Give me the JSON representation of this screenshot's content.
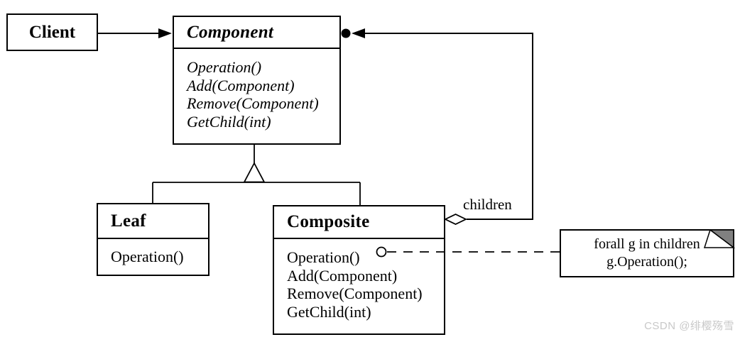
{
  "classes": {
    "client": {
      "name": "Client"
    },
    "component": {
      "name": "Component",
      "methods": [
        "Operation()",
        "Add(Component)",
        "Remove(Component)",
        "GetChild(int)"
      ]
    },
    "leaf": {
      "name": "Leaf",
      "methods": [
        "Operation()"
      ]
    },
    "composite": {
      "name": "Composite",
      "methods": [
        "Operation()",
        "Add(Component)",
        "Remove(Component)",
        "GetChild(int)"
      ]
    }
  },
  "relations": {
    "children_label": "children"
  },
  "note": {
    "line1": "forall g in children",
    "line2": "g.Operation();"
  },
  "watermark": "CSDN @绯樱殇雪",
  "colors": {
    "line": "#000000",
    "background": "#ffffff",
    "note_fold": "#808080",
    "watermark": "#c8c8c8"
  }
}
